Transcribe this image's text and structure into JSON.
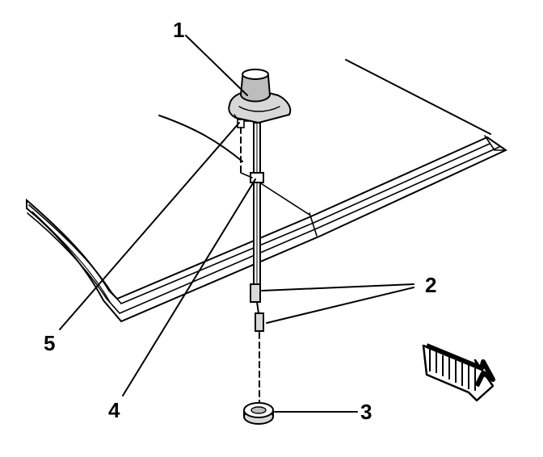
{
  "callouts": [
    {
      "id": "1",
      "label": "1"
    },
    {
      "id": "2",
      "label": "2"
    },
    {
      "id": "3",
      "label": "3"
    },
    {
      "id": "4",
      "label": "4"
    },
    {
      "id": "5",
      "label": "5"
    }
  ],
  "colors": {
    "ink": "#000000",
    "paper": "#ffffff",
    "shade": "#bdbdbd"
  },
  "icons": {
    "direction_arrow": "front-direction-arrow-icon"
  }
}
